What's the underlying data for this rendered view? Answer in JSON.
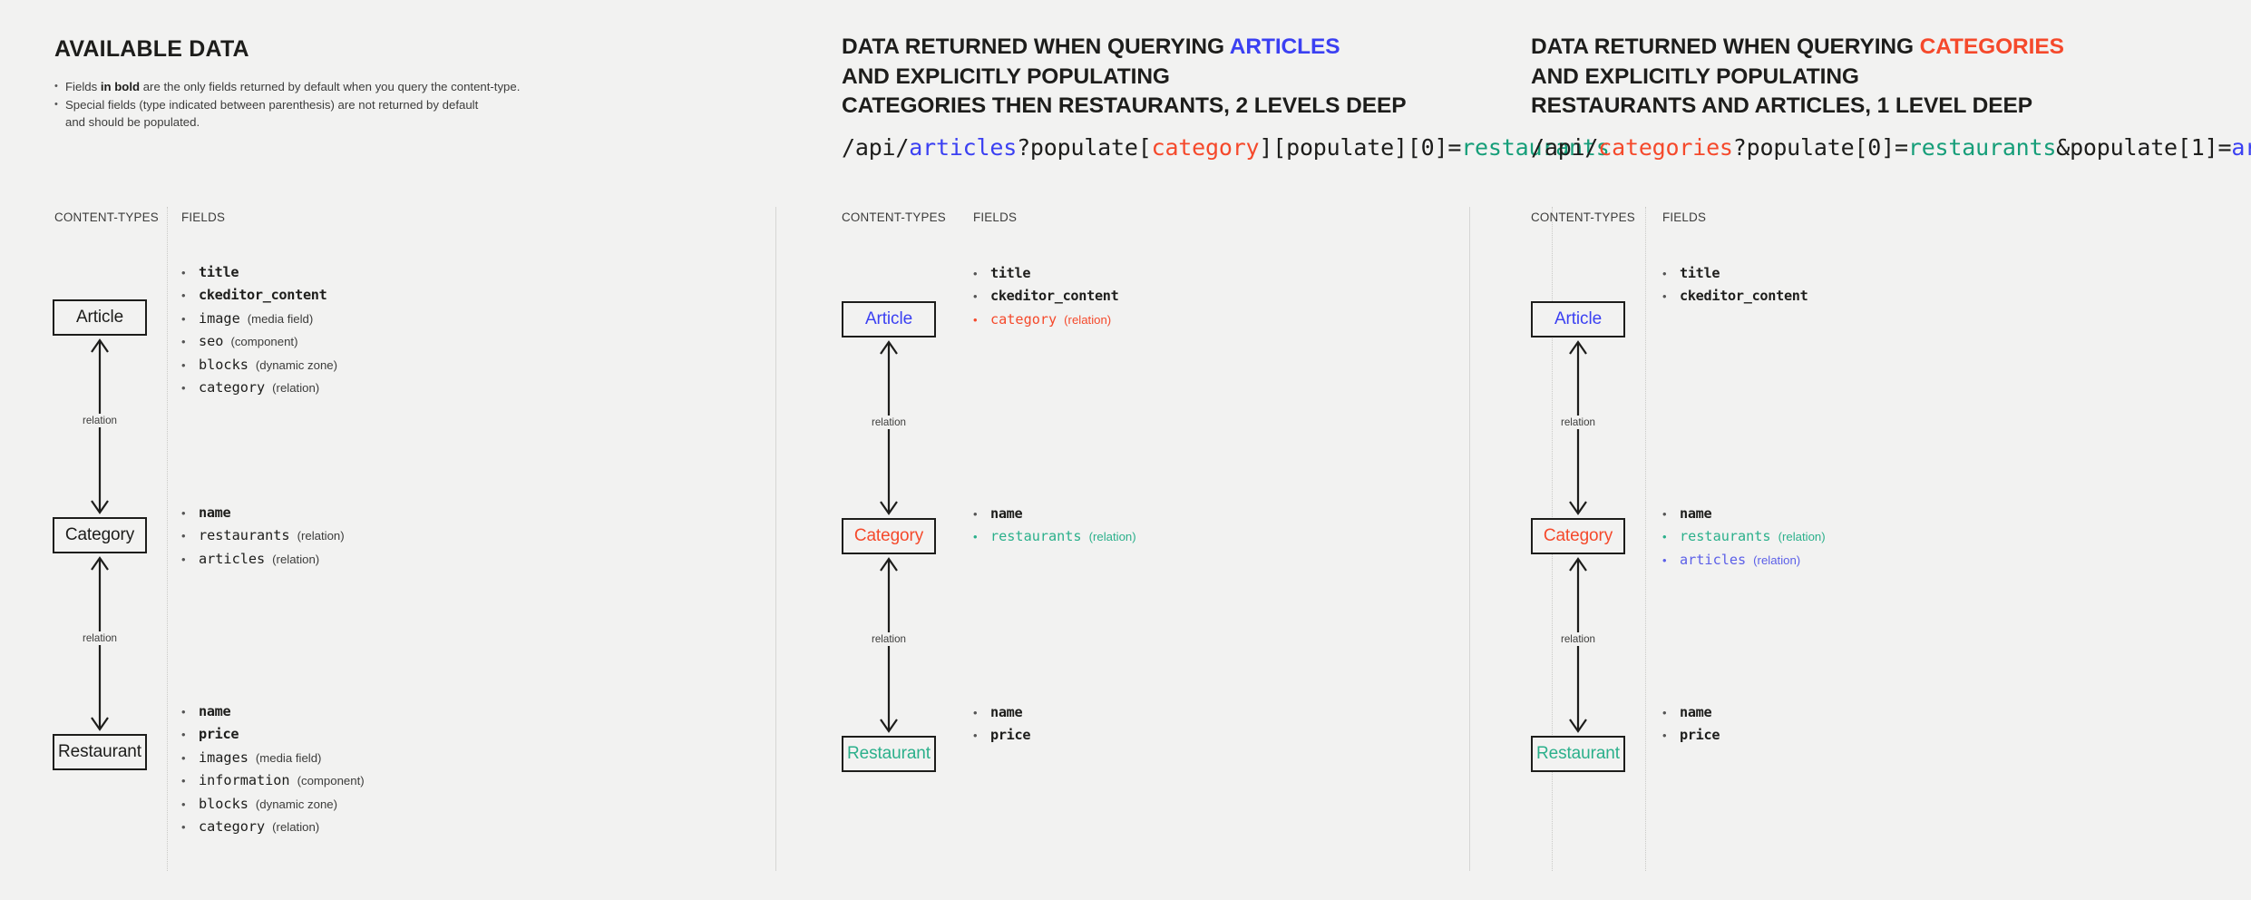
{
  "background": "#f2f2f1",
  "accents": {
    "blue": "#3b40f2",
    "red": "#f5492b",
    "green": "#2bb08b"
  },
  "labels": {
    "content_types": "CONTENT-TYPES",
    "fields": "FIELDS",
    "relation": "relation"
  },
  "panels": [
    {
      "id": "available-data",
      "heading_plain": "AVAILABLE DATA",
      "intro": [
        {
          "pre": "Fields ",
          "bold": "in bold",
          "post": " are the only fields returned by default when you query the content-type."
        },
        {
          "pre": "Special fields (type indicated between parenthesis) are not returned by default",
          "bold": "",
          "post": ""
        },
        {
          "pre": "and should be populated.",
          "bold": "",
          "post": "",
          "continuation": true
        }
      ],
      "boxes": {
        "article": {
          "label": "Article",
          "color": "plain"
        },
        "category": {
          "label": "Category",
          "color": "plain"
        },
        "restaurant": {
          "label": "Restaurant",
          "color": "plain"
        }
      },
      "fields": {
        "article": [
          {
            "name": "title",
            "type": "",
            "bold": true,
            "color": "plain"
          },
          {
            "name": "ckeditor_content",
            "type": "",
            "bold": true,
            "color": "plain"
          },
          {
            "name": "image",
            "type": "(media field)",
            "bold": false,
            "color": "plain"
          },
          {
            "name": "seo",
            "type": "(component)",
            "bold": false,
            "color": "plain"
          },
          {
            "name": "blocks",
            "type": "(dynamic zone)",
            "bold": false,
            "color": "plain"
          },
          {
            "name": "category",
            "type": "(relation)",
            "bold": false,
            "color": "plain"
          }
        ],
        "category": [
          {
            "name": "name",
            "type": "",
            "bold": true,
            "color": "plain"
          },
          {
            "name": "restaurants",
            "type": "(relation)",
            "bold": false,
            "color": "plain"
          },
          {
            "name": "articles",
            "type": "(relation)",
            "bold": false,
            "color": "plain"
          }
        ],
        "restaurant": [
          {
            "name": "name",
            "type": "",
            "bold": true,
            "color": "plain"
          },
          {
            "name": "price",
            "type": "",
            "bold": true,
            "color": "plain"
          },
          {
            "name": "images",
            "type": "(media field)",
            "bold": false,
            "color": "plain"
          },
          {
            "name": "information",
            "type": "(component)",
            "bold": false,
            "color": "plain"
          },
          {
            "name": "blocks",
            "type": "(dynamic zone)",
            "bold": false,
            "color": "plain"
          },
          {
            "name": "category",
            "type": "(relation)",
            "bold": false,
            "color": "plain"
          }
        ]
      }
    },
    {
      "id": "query-articles",
      "heading_lines": [
        [
          {
            "t": "DATA RETURNED WHEN QUERYING ",
            "c": "plain"
          },
          {
            "t": "ARTICLES",
            "c": "blue"
          }
        ],
        [
          {
            "t": "AND EXPLICITLY POPULATING",
            "c": "plain"
          }
        ],
        [
          {
            "t": "CATEGORIES THEN RESTAURANTS, 2 LEVELS DEEP",
            "c": "plain"
          }
        ]
      ],
      "api_url": [
        {
          "t": "/api/",
          "c": "plain"
        },
        {
          "t": "articles",
          "c": "blue"
        },
        {
          "t": "?populate[",
          "c": "plain"
        },
        {
          "t": "category",
          "c": "red"
        },
        {
          "t": "][populate][0]=",
          "c": "plain"
        },
        {
          "t": "restaurants",
          "c": "green"
        }
      ],
      "boxes": {
        "article": {
          "label": "Article",
          "color": "blue"
        },
        "category": {
          "label": "Category",
          "color": "red"
        },
        "restaurant": {
          "label": "Restaurant",
          "color": "green"
        }
      },
      "fields": {
        "article": [
          {
            "name": "title",
            "type": "",
            "bold": true,
            "color": "plain"
          },
          {
            "name": "ckeditor_content",
            "type": "",
            "bold": true,
            "color": "plain"
          },
          {
            "name": "category",
            "type": "(relation)",
            "bold": false,
            "color": "red"
          }
        ],
        "category": [
          {
            "name": "name",
            "type": "",
            "bold": true,
            "color": "plain"
          },
          {
            "name": "restaurants",
            "type": "(relation)",
            "bold": false,
            "color": "green"
          }
        ],
        "restaurant": [
          {
            "name": "name",
            "type": "",
            "bold": true,
            "color": "plain"
          },
          {
            "name": "price",
            "type": "",
            "bold": true,
            "color": "plain"
          }
        ]
      }
    },
    {
      "id": "query-categories",
      "heading_lines": [
        [
          {
            "t": "DATA RETURNED WHEN QUERYING ",
            "c": "plain"
          },
          {
            "t": "CATEGORIES",
            "c": "red"
          }
        ],
        [
          {
            "t": "AND EXPLICITLY POPULATING",
            "c": "plain"
          }
        ],
        [
          {
            "t": "RESTAURANTS AND ARTICLES, 1 LEVEL DEEP",
            "c": "plain"
          }
        ]
      ],
      "api_url": [
        {
          "t": "/api/",
          "c": "plain"
        },
        {
          "t": "categories",
          "c": "red"
        },
        {
          "t": "?populate[0]=",
          "c": "plain"
        },
        {
          "t": "restaurants",
          "c": "green"
        },
        {
          "t": "&populate[1]=",
          "c": "plain"
        },
        {
          "t": "articles",
          "c": "blue"
        }
      ],
      "boxes": {
        "article": {
          "label": "Article",
          "color": "blue"
        },
        "category": {
          "label": "Category",
          "color": "red"
        },
        "restaurant": {
          "label": "Restaurant",
          "color": "green"
        }
      },
      "fields": {
        "article": [
          {
            "name": "title",
            "type": "",
            "bold": true,
            "color": "plain"
          },
          {
            "name": "ckeditor_content",
            "type": "",
            "bold": true,
            "color": "plain"
          }
        ],
        "category": [
          {
            "name": "name",
            "type": "",
            "bold": true,
            "color": "plain"
          },
          {
            "name": "restaurants",
            "type": "(relation)",
            "bold": false,
            "color": "green"
          },
          {
            "name": "articles",
            "type": "(relation)",
            "bold": false,
            "color": "blue"
          }
        ],
        "restaurant": [
          {
            "name": "name",
            "type": "",
            "bold": true,
            "color": "plain"
          },
          {
            "name": "price",
            "type": "",
            "bold": true,
            "color": "plain"
          }
        ]
      }
    }
  ]
}
